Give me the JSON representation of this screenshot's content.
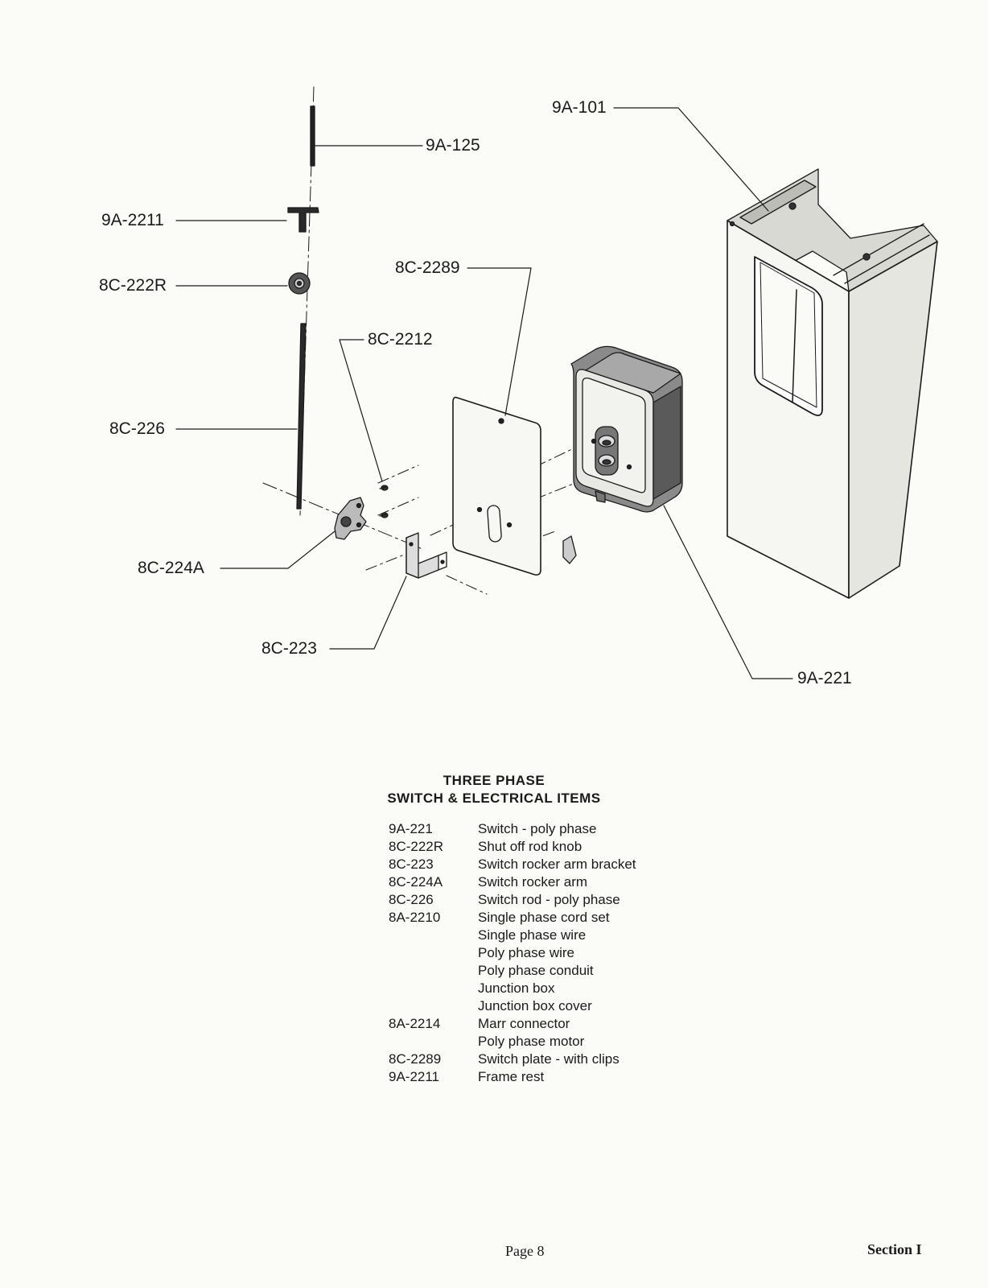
{
  "diagram": {
    "callouts": {
      "c_9a101": "9A-101",
      "c_9a125": "9A-125",
      "c_9a2211": "9A-2211",
      "c_8c2289": "8C-2289",
      "c_8c222r": "8C-222R",
      "c_8c2212": "8C-2212",
      "c_8c226": "8C-226",
      "c_8c224a": "8C-224A",
      "c_8c223": "8C-223",
      "c_9a221": "9A-221"
    }
  },
  "parts": {
    "title_line1": "THREE PHASE",
    "title_line2": "SWITCH & ELECTRICAL ITEMS",
    "items": [
      {
        "code": "9A-221",
        "desc": "Switch - poly phase"
      },
      {
        "code": "8C-222R",
        "desc": "Shut off rod knob"
      },
      {
        "code": "8C-223",
        "desc": "Switch rocker arm bracket"
      },
      {
        "code": "8C-224A",
        "desc": "Switch rocker arm"
      },
      {
        "code": "8C-226",
        "desc": "Switch rod - poly phase"
      },
      {
        "code": "8A-2210",
        "desc": "Single phase cord set"
      },
      {
        "code": "",
        "desc": "Single phase wire"
      },
      {
        "code": "",
        "desc": "Poly phase wire"
      },
      {
        "code": "",
        "desc": "Poly phase conduit"
      },
      {
        "code": "",
        "desc": "Junction box"
      },
      {
        "code": "",
        "desc": "Junction box cover"
      },
      {
        "code": "8A-2214",
        "desc": "Marr connector"
      },
      {
        "code": "",
        "desc": "Poly phase motor"
      },
      {
        "code": "8C-2289",
        "desc": "Switch plate - with clips"
      },
      {
        "code": "9A-2211",
        "desc": "Frame rest"
      }
    ]
  },
  "footer": {
    "page": "Page 8",
    "section": "Section I"
  }
}
